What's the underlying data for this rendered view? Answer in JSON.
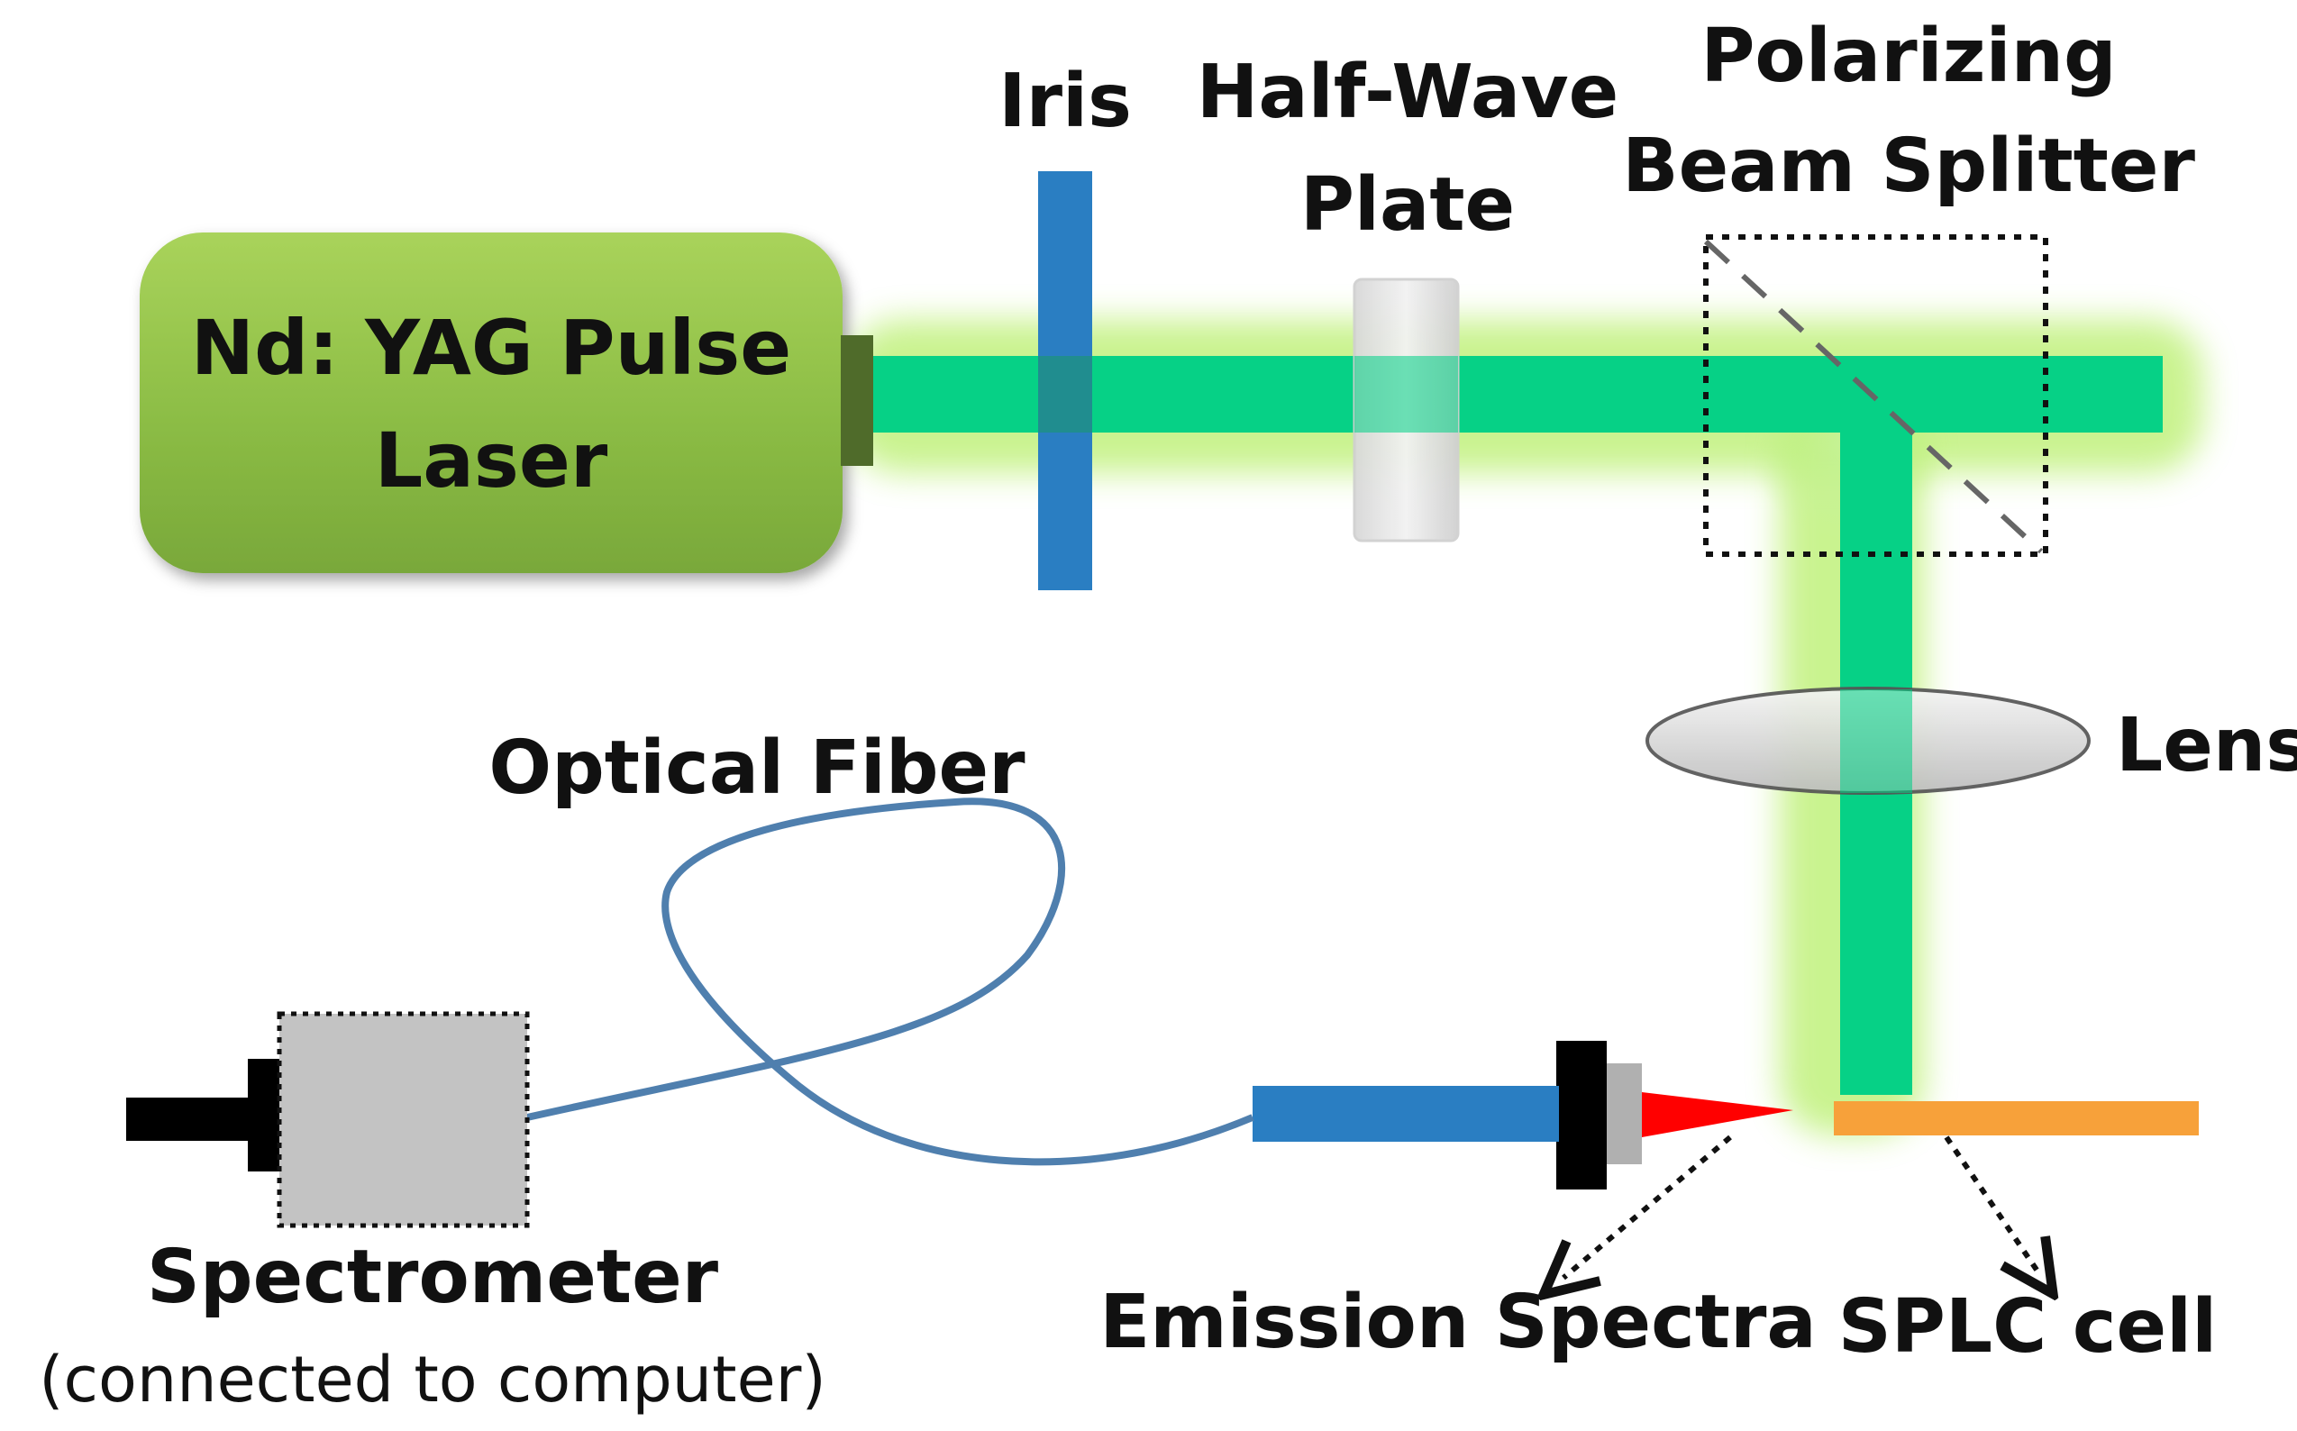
{
  "components": {
    "laser": {
      "label_line1": "Nd: YAG Pulse",
      "label_line2": "Laser"
    },
    "iris": {
      "label": "Iris"
    },
    "half_wave_plate": {
      "label_line1": "Half-Wave",
      "label_line2": "Plate"
    },
    "beam_splitter": {
      "label_line1": "Polarizing",
      "label_line2": "Beam Splitter"
    },
    "lens": {
      "label": "Lens"
    },
    "optical_fiber": {
      "label": "Optical Fiber"
    },
    "spectrometer": {
      "label": "Spectrometer",
      "sublabel": "(connected to computer)"
    },
    "emission": {
      "label": "Emission Spectra"
    },
    "splc_cell": {
      "label": "SPLC cell"
    }
  },
  "colors": {
    "laser_body": "#8fc04a",
    "beam": "#06d186",
    "beam_glow": "#b8ef6a",
    "iris": "#2a7ec2",
    "fiber": "#4f7fae",
    "probe": "#2a7ec2",
    "emission": "#ff0000",
    "splc_cell": "#f7a13a",
    "spectrometer": "#c3c3c3"
  }
}
